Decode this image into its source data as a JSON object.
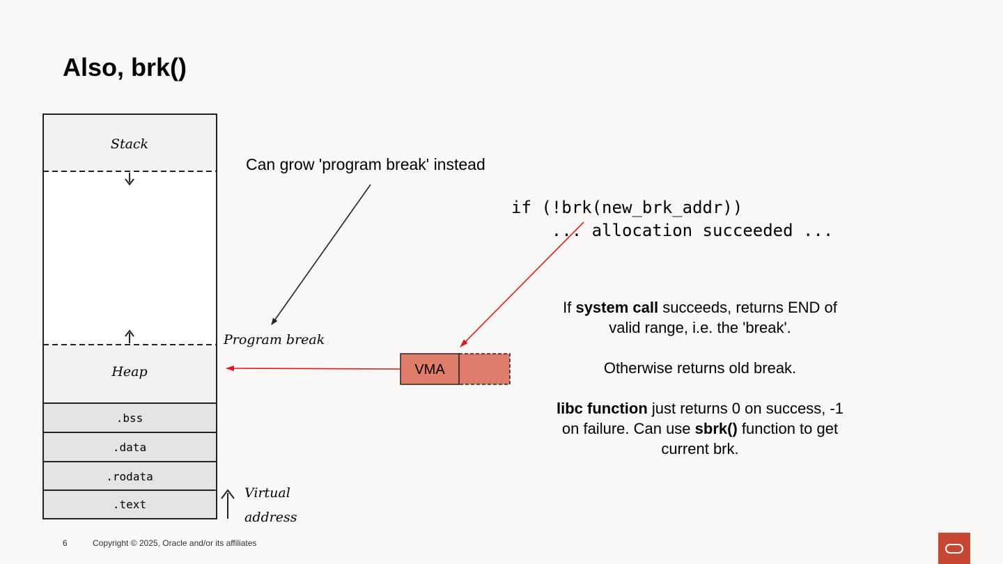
{
  "slide": {
    "title": "Also, brk()",
    "page_number": "6",
    "copyright": "Copyright © 2025, Oracle and/or its affiliates"
  },
  "memory_layout": {
    "segments": {
      "stack": "Stack",
      "heap": "Heap",
      "bss": ".bss",
      "data": ".data",
      "rodata": ".rodata",
      "text": ".text"
    },
    "program_break_label": "Program break",
    "virtual_address_line1": "Virtual",
    "virtual_address_line2": "address"
  },
  "callout": "Can grow 'program break' instead",
  "code": {
    "line1": "if (!brk(new_brk_addr))",
    "line2": "    ... allocation succeeded ..."
  },
  "vma_label": "VMA",
  "explanation": {
    "p1_pre": "If ",
    "p1_bold": "system call",
    "p1_post": " succeeds, returns END of valid range, i.e. the 'break'.",
    "p2": "Otherwise returns old break.",
    "p3_bold1": "libc function",
    "p3_mid": " just returns 0 on success, -1 on failure. Can use ",
    "p3_bold2": "sbrk()",
    "p3_post": " function to get current brk."
  },
  "colors": {
    "vma_fill": "#df7c6a",
    "red_arrow": "#e0181b",
    "segment_grey": "#e4e4e4",
    "region_light": "#f2f2f2",
    "logo": "#c74634"
  }
}
